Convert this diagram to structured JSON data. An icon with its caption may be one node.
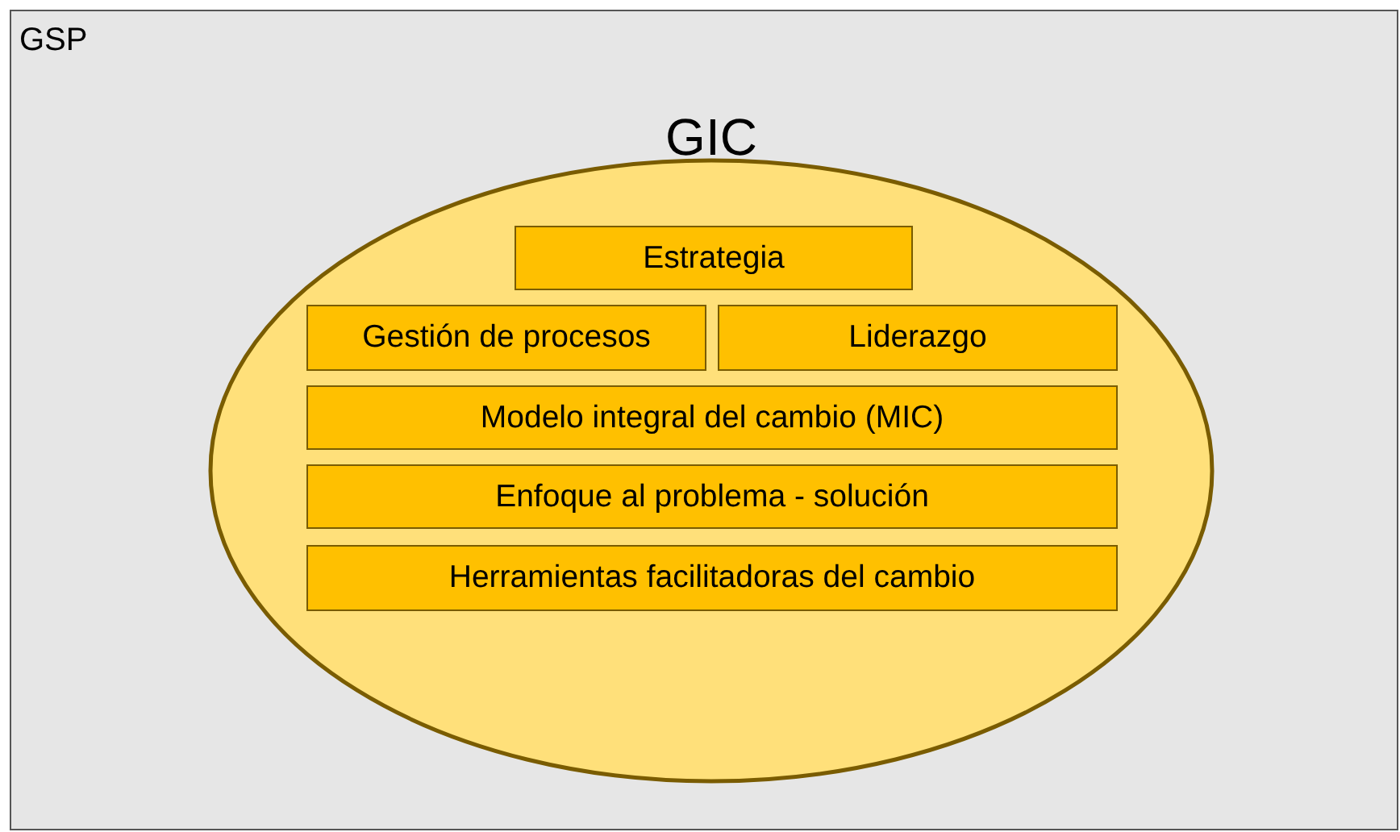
{
  "diagram": {
    "nodes": [
      {
        "text": [
          "GSP"
        ]
      },
      {
        "text": [
          "GIC"
        ],
        "in": 0
      },
      {
        "text": [
          "Estrategia"
        ],
        "in": 1
      },
      {
        "text": [
          "Gestión de procesos"
        ],
        "in": 1
      },
      {
        "text": [
          "Liderazgo"
        ],
        "in": 1
      },
      {
        "text": [
          "Modelo integral del cambio (MIC)"
        ],
        "in": 1
      },
      {
        "text": [
          "Enfoque al problema - solución"
        ],
        "in": 1
      },
      {
        "text": [
          "Herramientas facilitadoras del cambio"
        ],
        "in": 1
      }
    ]
  }
}
